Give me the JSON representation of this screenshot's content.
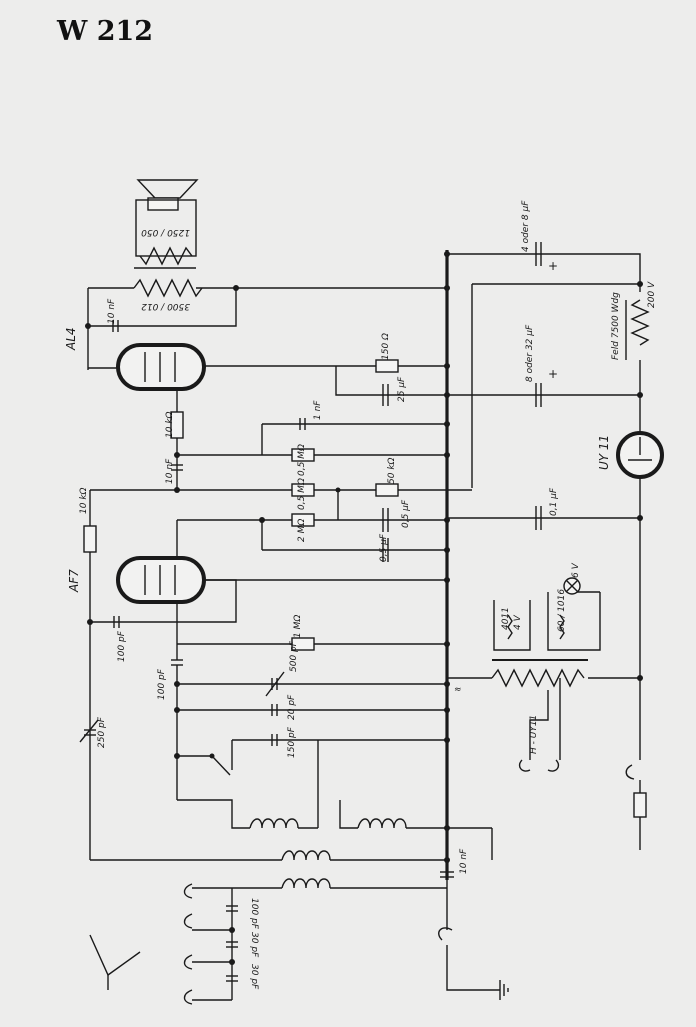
{
  "title": "W 212",
  "tubes": {
    "output": "AL4",
    "rf": "AF7",
    "rectifier": "UY 11"
  },
  "labels": {
    "speaker_transformer": "1250 / 050",
    "output_transformer": "3500 / 012",
    "cap_10nF_a": "10 nF",
    "cap_10nF_b": "10 nF",
    "cap_10nF_c": "10 nF",
    "r_150": "150 Ω",
    "c_25uF": "25 µF",
    "r_10k_a": "10 kΩ",
    "r_10k_b": "10 kΩ",
    "c_1nF": "1 nF",
    "r_05M_a": "0,5 MΩ",
    "r_05M_b": "0,5 MΩ",
    "r_2M": "2 MΩ",
    "r_50k": "50 kΩ",
    "c_05uF_a": "0,5 µF",
    "c_05uF_b": "0,5 µF",
    "c_01uF": "0,1 µF",
    "r_1M": "1 MΩ",
    "c_100pF_a": "100 pF",
    "c_100pF_b": "100 pF",
    "c_100pF_c": "100 pF",
    "c_500pF": "500 pF",
    "c_20pF": "20 pF",
    "c_150pF": "150 pF",
    "c_250pF": "250 pF",
    "c_30pF_a": "30 pF",
    "c_30pF_b": "30 pF",
    "c_4_8uF": "4 oder 8 µF",
    "c_8_32uF": "8 oder 32 µF",
    "field": "Feld 7500 Wdg",
    "v_200": "200 V",
    "lamp": "6 V",
    "transformer_60": "60 / 1016",
    "transformer_4v": "4 V",
    "transformer_4011": "4011",
    "heater": "H - UY11",
    "mark": "≈"
  }
}
